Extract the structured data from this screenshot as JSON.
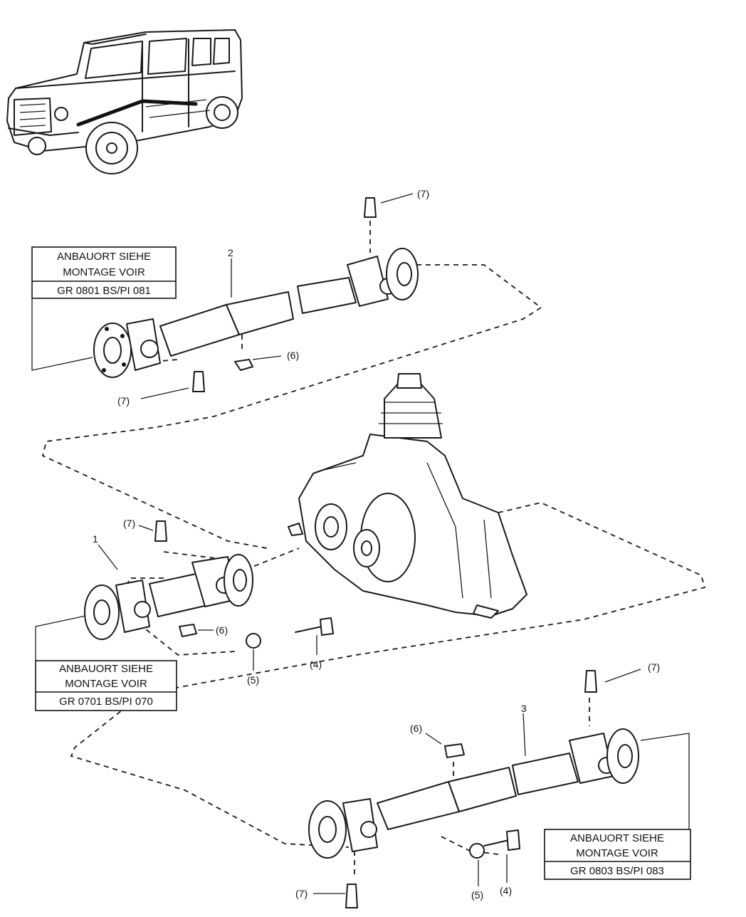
{
  "callouts": {
    "item_1": "1",
    "item_2": "2",
    "item_3": "3",
    "item_4": "(4)",
    "item_5": "(5)",
    "item_6": "(6)",
    "item_7": "(7)"
  },
  "ref_boxes": [
    {
      "line1": "ANBAUORT SIEHE",
      "line2": "MONTAGE VOIR",
      "ref": "GR  0801 BS/PI 081"
    },
    {
      "line1": "ANBAUORT SIEHE",
      "line2": "MONTAGE VOIR",
      "ref": "GR    0701 BS/PI 070"
    },
    {
      "line1": "ANBAUORT SIEHE",
      "line2": "MONTAGE VOIR",
      "ref": "GR    0803 BS/PI 083"
    }
  ]
}
